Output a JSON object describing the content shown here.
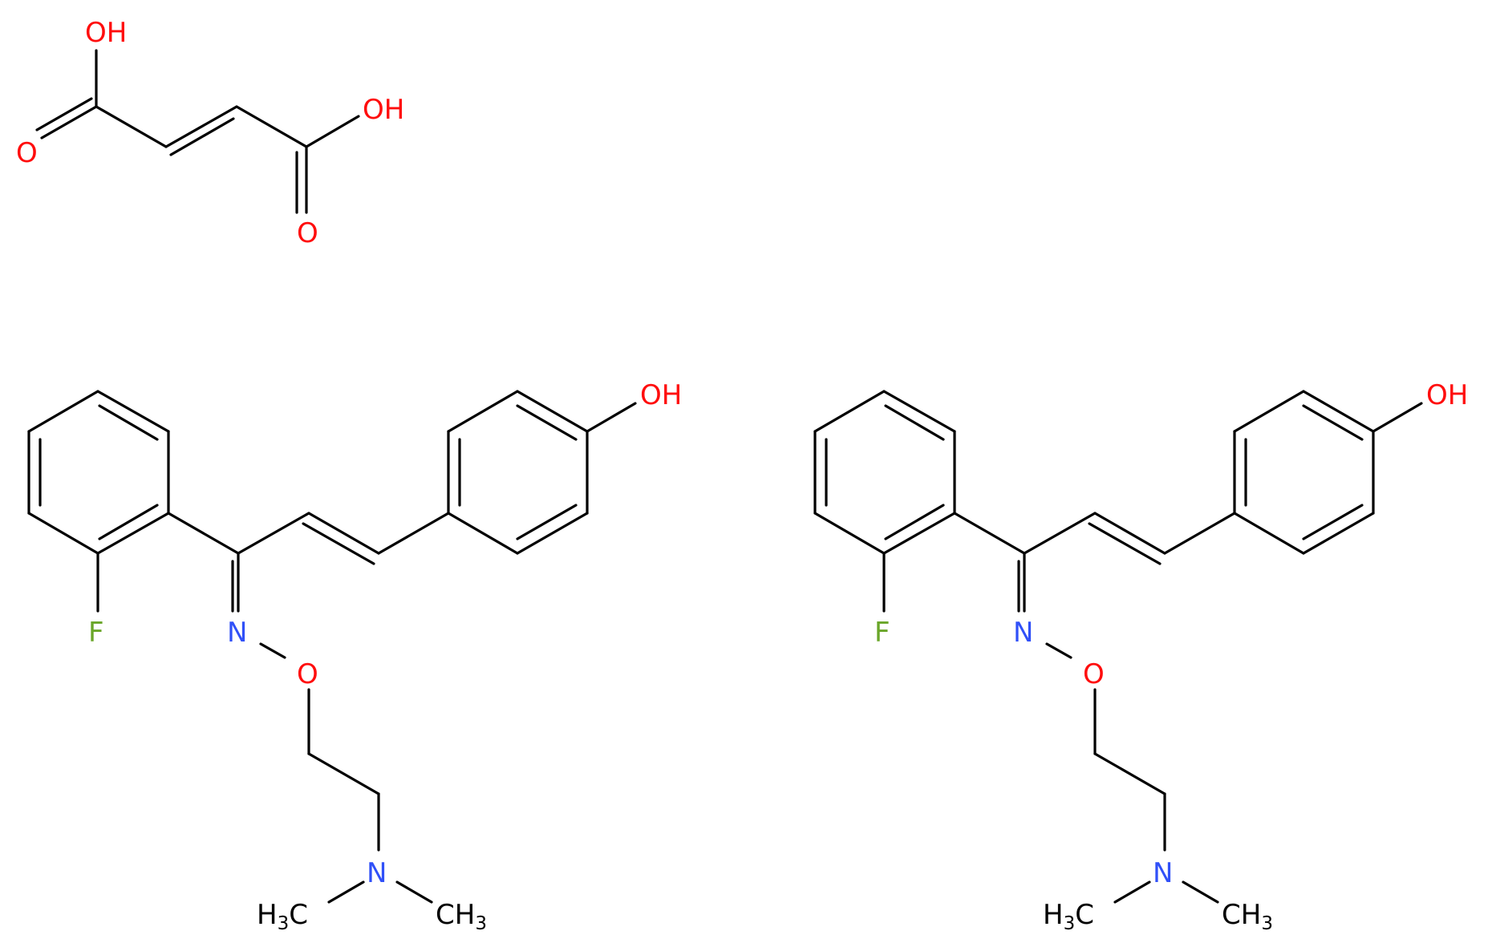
{
  "colors": {
    "oxygen": "#ff0d0d",
    "nitrogen": "#3050f8",
    "fluorine": "#6aa629",
    "carbon": "#000000",
    "bond": "#000000",
    "background": "#ffffff"
  },
  "fumaric_acid": {
    "oh_top": "OH",
    "oh_right": "OH",
    "o_left": "O",
    "o_bottom": "O"
  },
  "molecules": [
    {
      "hydroxyl": "OH",
      "fluorine": "F",
      "imine_n": "N",
      "ether_o": "O",
      "amine_n": "N",
      "methyl_left": {
        "main": "H",
        "sub": "3",
        "tail": "C"
      },
      "methyl_right": {
        "main": "CH",
        "sub": "3"
      }
    },
    {
      "hydroxyl": "OH",
      "fluorine": "F",
      "imine_n": "N",
      "ether_o": "O",
      "amine_n": "N",
      "methyl_left": {
        "main": "H",
        "sub": "3",
        "tail": "C"
      },
      "methyl_right": {
        "main": "CH",
        "sub": "3"
      }
    }
  ]
}
